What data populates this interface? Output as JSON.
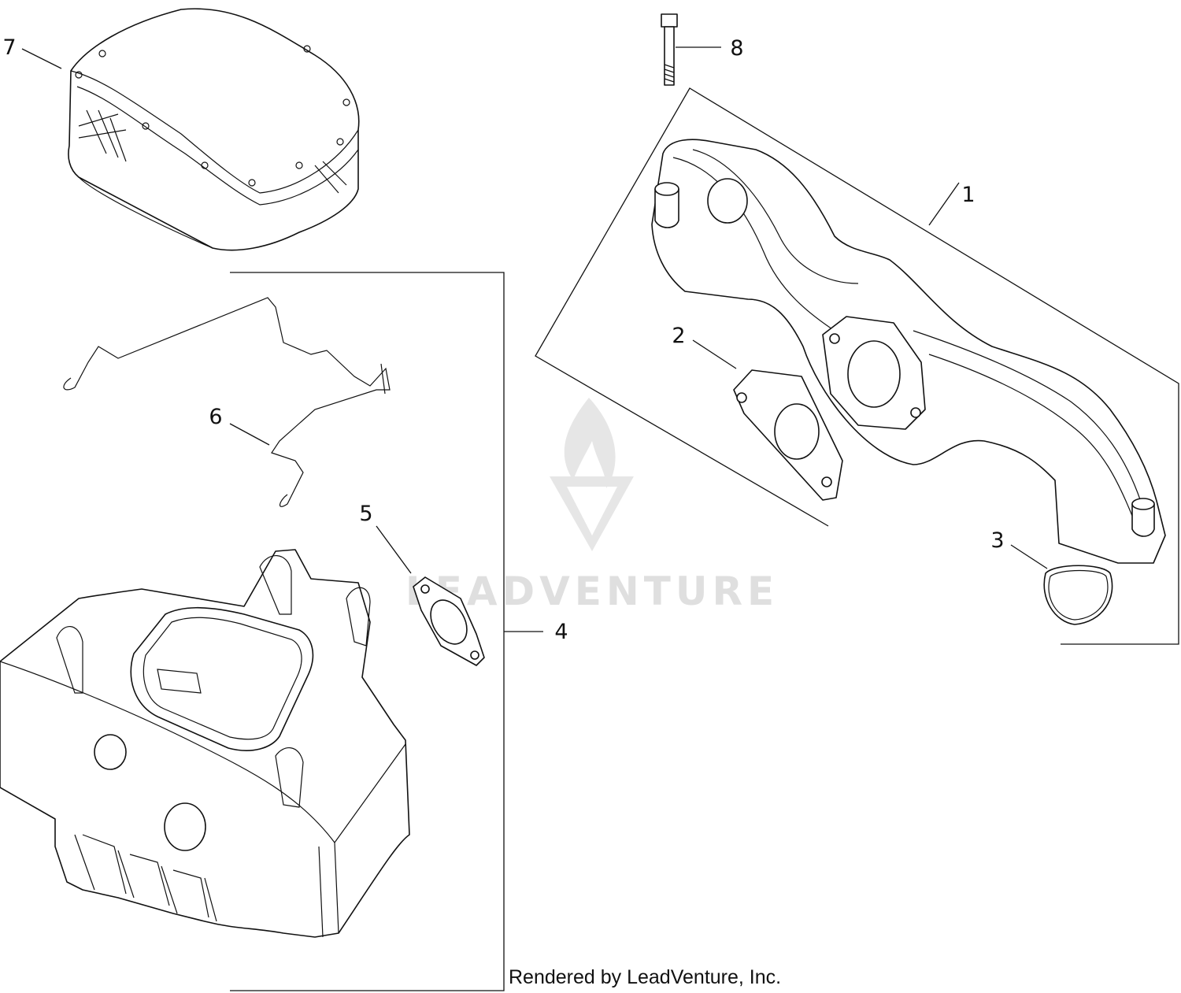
{
  "callouts": [
    {
      "id": "1",
      "label": "1"
    },
    {
      "id": "2",
      "label": "2"
    },
    {
      "id": "3",
      "label": "3"
    },
    {
      "id": "4",
      "label": "4"
    },
    {
      "id": "5",
      "label": "5"
    },
    {
      "id": "6",
      "label": "6"
    },
    {
      "id": "7",
      "label": "7"
    },
    {
      "id": "8",
      "label": "8"
    }
  ],
  "watermark": "LEADVENTURE",
  "credit": "Rendered by LeadVenture, Inc.",
  "colors": {
    "line": "#111111",
    "background": "#ffffff",
    "watermark": "#dcdcdc"
  }
}
